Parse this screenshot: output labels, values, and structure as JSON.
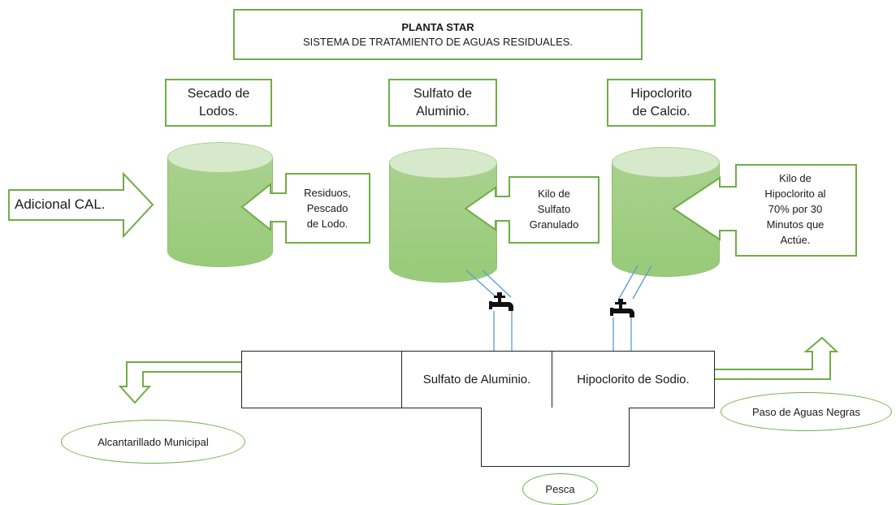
{
  "title": {
    "main": "PLANTA STAR",
    "subtitle": "SISTEMA DE TRATAMIENTO DE AGUAS RESIDUALES."
  },
  "tanks": [
    {
      "label": "Secado de\nLodos.",
      "callout": "Residuos,\nPescado\nde Lodo."
    },
    {
      "label": "Sulfato de\nAluminio.",
      "callout": "Kilo de\nSulfato\nGranulado"
    },
    {
      "label": "Hipoclorito\nde Calcio.",
      "callout": "Kilo de\nHipoclorito al\n70% por 30\nMinutos que\nActúe."
    }
  ],
  "input_arrow": {
    "label": "Adicional CAL."
  },
  "basins": [
    {
      "label": ""
    },
    {
      "label": "Sulfato de Aluminio."
    },
    {
      "label": "Hipoclorito de Sodio."
    }
  ],
  "outputs": {
    "municipal": "Alcantarillado Municipal",
    "black_water": "Paso de Aguas Negras",
    "pesca": "Pesca"
  },
  "colors": {
    "accent": "#70ad47",
    "tank_fill": "#a9d18e",
    "tank_top": "#d6eacb",
    "pipe": "#5b9bd5"
  },
  "icons": {
    "faucet": "faucet-icon"
  }
}
